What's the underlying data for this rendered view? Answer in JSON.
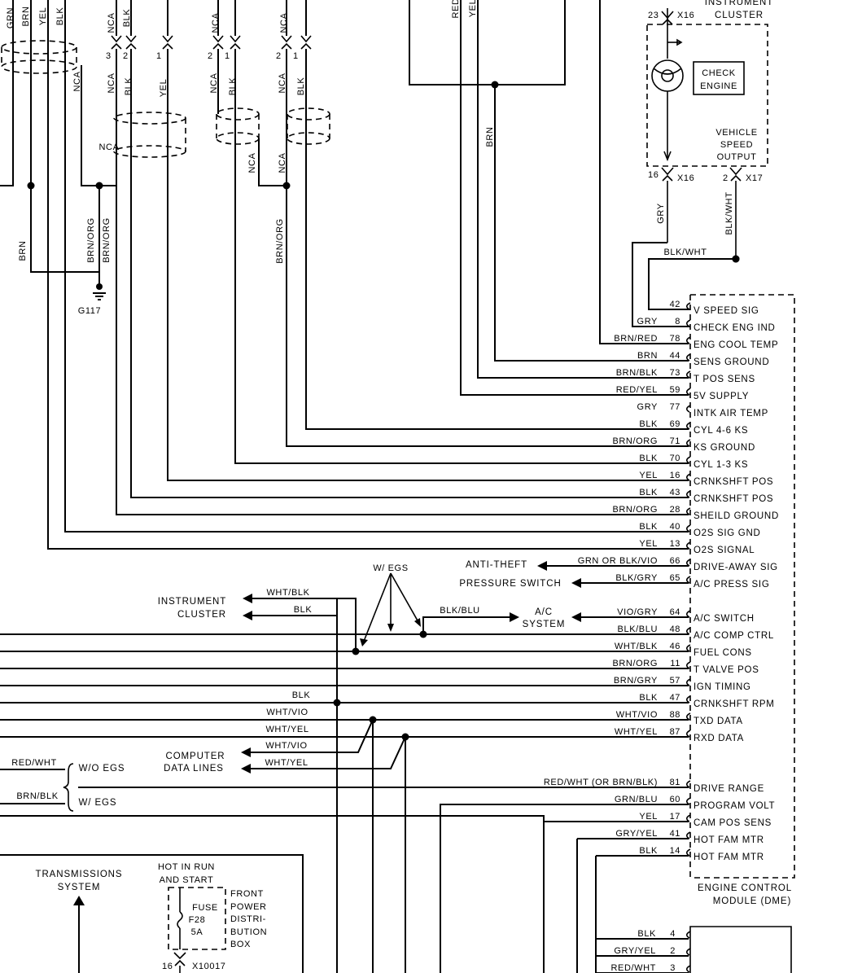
{
  "ecm": {
    "title_line1": "ENGINE CONTROL",
    "title_line2": "MODULE (DME)",
    "pins": [
      {
        "wire": "",
        "pin": "42",
        "signal": "V SPEED SIG"
      },
      {
        "wire": "GRY",
        "pin": "8",
        "signal": "CHECK ENG IND"
      },
      {
        "wire": "BRN/RED",
        "pin": "78",
        "signal": "ENG COOL TEMP"
      },
      {
        "wire": "BRN",
        "pin": "44",
        "signal": "SENS GROUND"
      },
      {
        "wire": "BRN/BLK",
        "pin": "73",
        "signal": "T POS SENS"
      },
      {
        "wire": "RED/YEL",
        "pin": "59",
        "signal": "5V SUPPLY"
      },
      {
        "wire": "GRY",
        "pin": "77",
        "signal": "INTK AIR TEMP"
      },
      {
        "wire": "BLK",
        "pin": "69",
        "signal": "CYL 4-6 KS"
      },
      {
        "wire": "BRN/ORG",
        "pin": "71",
        "signal": "KS GROUND"
      },
      {
        "wire": "BLK",
        "pin": "70",
        "signal": "CYL 1-3 KS"
      },
      {
        "wire": "YEL",
        "pin": "16",
        "signal": "CRNKSHFT POS"
      },
      {
        "wire": "BLK",
        "pin": "43",
        "signal": "CRNKSHFT POS"
      },
      {
        "wire": "BRN/ORG",
        "pin": "28",
        "signal": "SHEILD GROUND"
      },
      {
        "wire": "BLK",
        "pin": "40",
        "signal": "O2S SIG GND"
      },
      {
        "wire": "YEL",
        "pin": "13",
        "signal": "O2S SIGNAL"
      },
      {
        "wire": "GRN OR BLK/VIO",
        "pin": "66",
        "signal": "DRIVE-AWAY SIG"
      },
      {
        "wire": "BLK/GRY",
        "pin": "65",
        "signal": "A/C PRESS SIG"
      },
      {
        "wire": "VIO/GRY",
        "pin": "64",
        "signal": "A/C SWITCH"
      },
      {
        "wire": "BLK/BLU",
        "pin": "48",
        "signal": "A/C COMP CTRL"
      },
      {
        "wire": "WHT/BLK",
        "pin": "46",
        "signal": "FUEL CONS"
      },
      {
        "wire": "BRN/ORG",
        "pin": "11",
        "signal": "T VALVE POS"
      },
      {
        "wire": "BRN/GRY",
        "pin": "57",
        "signal": "IGN TIMING"
      },
      {
        "wire": "BLK",
        "pin": "47",
        "signal": "CRNKSHFT RPM"
      },
      {
        "wire": "WHT/VIO",
        "pin": "88",
        "signal": "TXD DATA"
      },
      {
        "wire": "WHT/YEL",
        "pin": "87",
        "signal": "RXD DATA"
      },
      {
        "wire": "RED/WHT (OR BRN/BLK)",
        "pin": "81",
        "signal": "DRIVE RANGE"
      },
      {
        "wire": "GRN/BLU",
        "pin": "60",
        "signal": "PROGRAM VOLT"
      },
      {
        "wire": "YEL",
        "pin": "17",
        "signal": "CAM POS SENS"
      },
      {
        "wire": "GRY/YEL",
        "pin": "41",
        "signal": "HOT FAM MTR"
      },
      {
        "wire": "BLK",
        "pin": "14",
        "signal": "HOT FAM MTR"
      }
    ]
  },
  "instrument_cluster": {
    "title_line1": "INSTRUMENT",
    "title_line2": "CLUSTER",
    "check_engine_line1": "CHECK",
    "check_engine_line2": "ENGINE",
    "vso_line1": "VEHICLE",
    "vso_line2": "SPEED",
    "vso_line3": "OUTPUT",
    "top_pin": "23",
    "top_conn": "X16",
    "pin16": "16",
    "conn16": "X16",
    "pin2": "2",
    "conn17": "X17",
    "wire_gry": "GRY",
    "wire_blkwht": "BLK/WHT",
    "wire_blkwht_h": "BLK/WHT"
  },
  "top_wires": {
    "grn": "GRN",
    "brn": "BRN",
    "yel": "YEL",
    "blk": "BLK",
    "nca": "NCA",
    "yel2": "YEL",
    "blk2": "BLK",
    "red": "RED",
    "brn_v": "BRN"
  },
  "sensor_pins": {
    "p3": "3",
    "p2a": "2",
    "p1a": "1",
    "p2b": "2",
    "p1b": "1",
    "p2c": "2",
    "p1c": "1"
  },
  "sensor_wires": {
    "nca_a": "NCA",
    "blk_a": "BLK",
    "yel_a": "YEL",
    "nca_b": "NCA",
    "blk_b": "BLK",
    "nca_c": "NCA",
    "blk_c": "BLK",
    "nca_left": "NCA",
    "nca_h": "NCA",
    "nca_lower_b": "NCA",
    "nca_lower_c": "NCA"
  },
  "ground": {
    "label": "G117",
    "wire_brn": "BRN",
    "wire_brnorg1": "BRN/ORG",
    "wire_brnorg2": "BRN/ORG",
    "wire_brnorg3": "BRN/ORG"
  },
  "callouts": {
    "anti_theft": "ANTI-THEFT",
    "pressure_switch": "PRESSURE SWITCH",
    "w_egs_top": "W/ EGS",
    "instrument_cluster_line1": "INSTRUMENT",
    "instrument_cluster_line2": "CLUSTER",
    "wht_blk": "WHT/BLK",
    "blk": "BLK",
    "blk_blu": "BLK/BLU",
    "ac_system_line1": "A/C",
    "ac_system_line2": "SYSTEM",
    "blk_mid": "BLK",
    "wht_vio_left": "WHT/VIO",
    "wht_yel_left": "WHT/YEL",
    "computer_data_line1": "COMPUTER",
    "computer_data_line2": "DATA LINES",
    "wht_vio_arrow": "WHT/VIO",
    "wht_yel_arrow": "WHT/YEL",
    "red_wht": "RED/WHT",
    "brn_blk": "BRN/BLK",
    "wo_egs": "W/O EGS",
    "w_egs": "W/ EGS"
  },
  "bottom": {
    "transmission_line1": "TRANSMISSIONS",
    "transmission_line2": "SYSTEM",
    "hot_line1": "HOT IN RUN",
    "hot_line2": "AND START",
    "fuse_line1": "FUSE",
    "fuse_line2": "F28",
    "fuse_line3": "5A",
    "fpdb_line1": "FRONT",
    "fpdb_line2": "POWER",
    "fpdb_line3": "DISTRI-",
    "fpdb_line4": "BUTION",
    "fpdb_line5": "BOX",
    "conn_pin": "16",
    "conn_name": "X10017",
    "right_pins": [
      {
        "wire": "BLK",
        "pin": "4"
      },
      {
        "wire": "GRY/YEL",
        "pin": "2"
      },
      {
        "wire": "RED/WHT",
        "pin": "3"
      }
    ]
  }
}
